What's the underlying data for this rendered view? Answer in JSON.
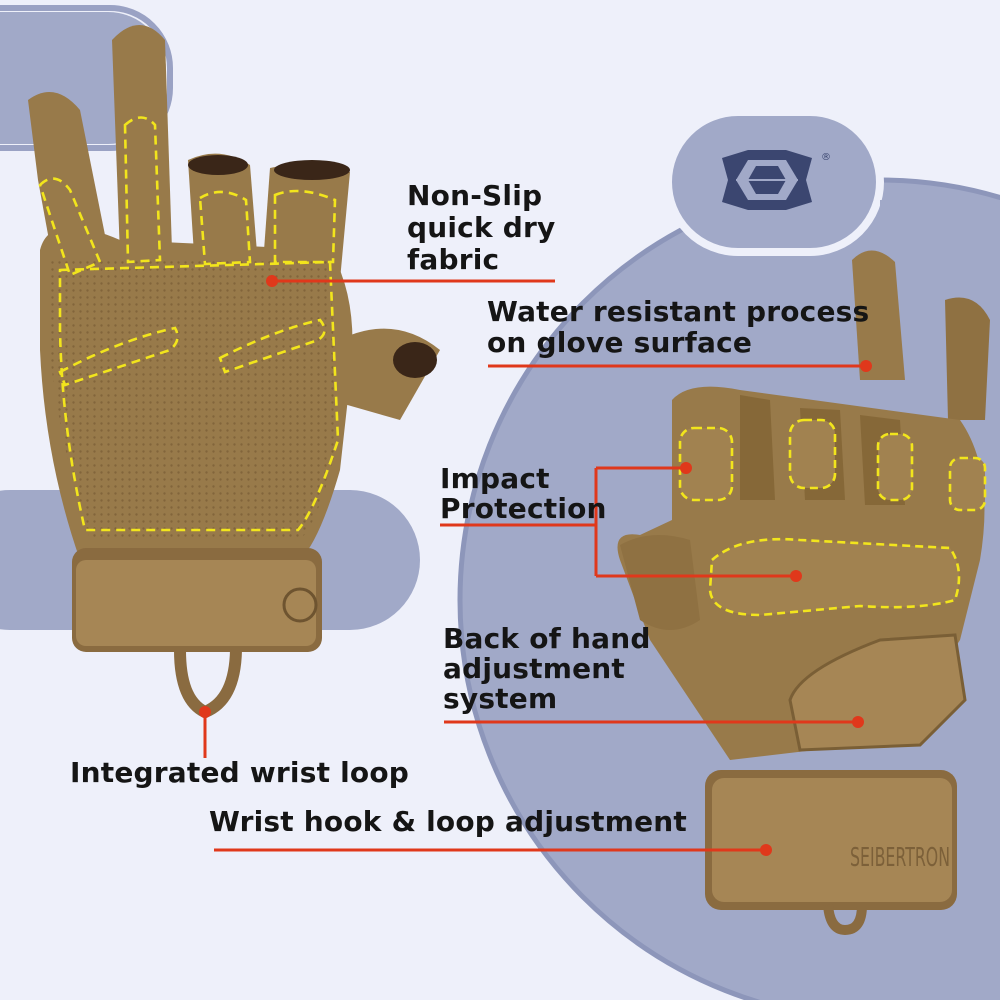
{
  "colors": {
    "background": "#eef0fa",
    "panel": "#a1a9c8",
    "glove": "#987a4a",
    "glove_dark": "#7a5f36",
    "stitch": "#f2e51c",
    "callout": "#e0381b",
    "logo": "#3b4670"
  },
  "brand": {
    "logo_icon": "seibertron-shield-icon",
    "registered_mark": "®",
    "cuff_text": "SEIBERTRON"
  },
  "callouts": {
    "non_slip": "Non-Slip\nquick dry\nfabric",
    "water_resistant": "Water resistant process\non glove surface",
    "impact": "Impact\nProtection",
    "back_of_hand": "Back of hand\nadjustment\nsystem",
    "wrist_loop": "Integrated wrist loop",
    "wrist_hook": "Wrist hook & loop adjustment"
  }
}
